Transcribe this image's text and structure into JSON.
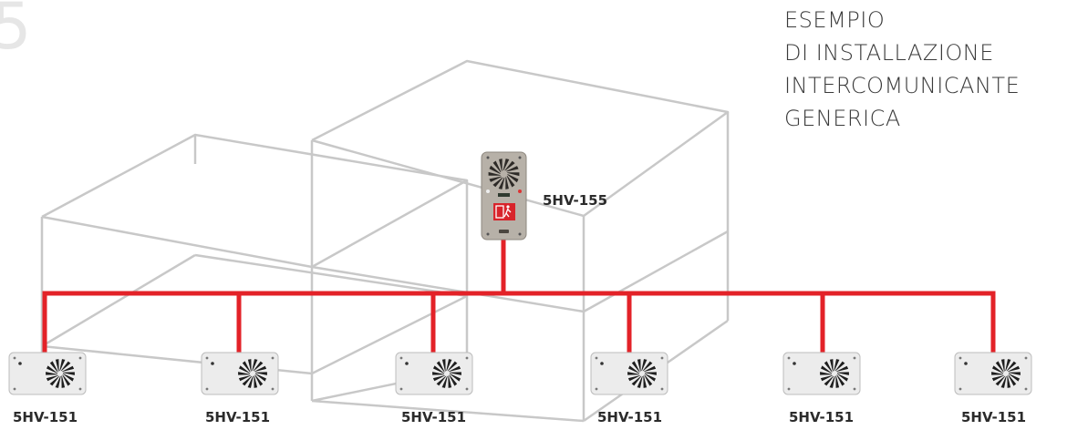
{
  "section_number": "5",
  "title_lines": [
    "ESEMPIO",
    "DI INSTALLAZIONE",
    "INTERCOMUNICANTE",
    "GENERICA"
  ],
  "master_unit": {
    "label": "5HV-155",
    "icon": "emergency-exit-sign-icon"
  },
  "slave_units": [
    {
      "label": "5HV-151"
    },
    {
      "label": "5HV-151"
    },
    {
      "label": "5HV-151"
    },
    {
      "label": "5HV-151"
    },
    {
      "label": "5HV-151"
    },
    {
      "label": "5HV-151"
    }
  ],
  "colors": {
    "wire": "#e32228",
    "building_lines": "#c8c8c8",
    "panel_master": "#b7b1a8",
    "panel_slave": "#ececec",
    "exit_sign": "#d8242b"
  }
}
